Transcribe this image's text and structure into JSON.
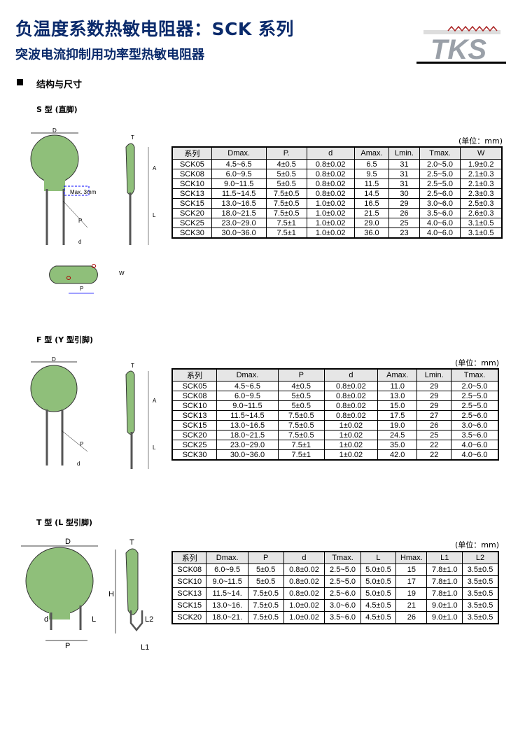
{
  "header": {
    "title": "负温度系数热敏电阻器：SCK  系列",
    "subtitle": "突波电流抑制用功率型热敏电阻器",
    "logo_text": "TKS"
  },
  "section_title": "结构与尺寸",
  "unit_label": "(单位：mm)",
  "s_type": {
    "title": "S 型  (直脚)",
    "diagram_labels": {
      "D": "D",
      "T": "T",
      "A": "A",
      "L": "L",
      "max": "Max. 3mm",
      "P": "P",
      "d": "d",
      "W": "W"
    },
    "columns": [
      "系列",
      "Dmax.",
      "P.",
      "d",
      "Amax.",
      "Lmin.",
      "Tmax.",
      "W"
    ],
    "rows": [
      [
        "SCK05",
        "4.5~6.5",
        "4±0.5",
        "0.8±0.02",
        "6.5",
        "31",
        "2.0~5.0",
        "1.9±0.2"
      ],
      [
        "SCK08",
        "6.0~9.5",
        "5±0.5",
        "0.8±0.02",
        "9.5",
        "31",
        "2.5~5.0",
        "2.1±0.3"
      ],
      [
        "SCK10",
        "9.0~11.5",
        "5±0.5",
        "0.8±0.02",
        "11.5",
        "31",
        "2.5~5.0",
        "2.1±0.3"
      ],
      [
        "SCK13",
        "11.5~14.5",
        "7.5±0.5",
        "0.8±0.02",
        "14.5",
        "30",
        "2.5~6.0",
        "2.3±0.3"
      ],
      [
        "SCK15",
        "13.0~16.5",
        "7.5±0.5",
        "1.0±0.02",
        "16.5",
        "29",
        "3.0~6.0",
        "2.5±0.3"
      ],
      [
        "SCK20",
        "18.0~21.5",
        "7.5±0.5",
        "1.0±0.02",
        "21.5",
        "26",
        "3.5~6.0",
        "2.6±0.3"
      ],
      [
        "SCK25",
        "23.0~29.0",
        "7.5±1",
        "1.0±0.02",
        "29.0",
        "25",
        "4.0~6.0",
        "3.1±0.5"
      ],
      [
        "SCK30",
        "30.0~36.0",
        "7.5±1",
        "1.0±0.02",
        "36.0",
        "23",
        "4.0~6.0",
        "3.1±0.5"
      ]
    ]
  },
  "f_type": {
    "title": "F 型  (Y 型引脚)",
    "diagram_labels": {
      "D": "D",
      "T": "T",
      "A": "A",
      "L": "L",
      "P": "P",
      "d": "d"
    },
    "columns": [
      "系列",
      "Dmax.",
      "P",
      "d",
      "Amax.",
      "Lmin.",
      "Tmax."
    ],
    "rows": [
      [
        "SCK05",
        "4.5~6.5",
        "4±0.5",
        "0.8±0.02",
        "11.0",
        "29",
        "2.0~5.0"
      ],
      [
        "SCK08",
        "6.0~9.5",
        "5±0.5",
        "0.8±0.02",
        "13.0",
        "29",
        "2.5~5.0"
      ],
      [
        "SCK10",
        "9.0~11.5",
        "5±0.5",
        "0.8±0.02",
        "15.0",
        "29",
        "2.5~5.0"
      ],
      [
        "SCK13",
        "11.5~14.5",
        "7.5±0.5",
        "0.8±0.02",
        "17.5",
        "27",
        "2.5~6.0"
      ],
      [
        "SCK15",
        "13.0~16.5",
        "7.5±0.5",
        "1±0.02",
        "19.0",
        "26",
        "3.0~6.0"
      ],
      [
        "SCK20",
        "18.0~21.5",
        "7.5±0.5",
        "1±0.02",
        "24.5",
        "25",
        "3.5~6.0"
      ],
      [
        "SCK25",
        "23.0~29.0",
        "7.5±1",
        "1±0.02",
        "35.0",
        "22",
        "4.0~6.0"
      ],
      [
        "SCK30",
        "30.0~36.0",
        "7.5±1",
        "1±0.02",
        "42.0",
        "22",
        "4.0~6.0"
      ]
    ]
  },
  "t_type": {
    "title": "T 型  (L 型引脚)",
    "diagram_labels": {
      "D": "D",
      "T": "T",
      "H": "H",
      "L": "L",
      "d": "d",
      "P": "P",
      "L1": "L1",
      "L2": "L2"
    },
    "columns": [
      "系列",
      "Dmax.",
      "P",
      "d",
      "Tmax.",
      "L",
      "Hmax.",
      "L1",
      "L2"
    ],
    "rows": [
      [
        "SCK08",
        "6.0~9.5",
        "5±0.5",
        "0.8±0.02",
        "2.5~5.0",
        "5.0±0.5",
        "15",
        "7.8±1.0",
        "3.5±0.5"
      ],
      [
        "SCK10",
        "9.0~11.5",
        "5±0.5",
        "0.8±0.02",
        "2.5~5.0",
        "5.0±0.5",
        "17",
        "7.8±1.0",
        "3.5±0.5"
      ],
      [
        "SCK13",
        "11.5~14.",
        "7.5±0.5",
        "0.8±0.02",
        "2.5~6.0",
        "5.0±0.5",
        "19",
        "7.8±1.0",
        "3.5±0.5"
      ],
      [
        "SCK15",
        "13.0~16.",
        "7.5±0.5",
        "1.0±0.02",
        "3.0~6.0",
        "4.5±0.5",
        "21",
        "9.0±1.0",
        "3.5±0.5"
      ],
      [
        "SCK20",
        "18.0~21.",
        "7.5±0.5",
        "1.0±0.02",
        "3.5~6.0",
        "4.5±0.5",
        "26",
        "9.0±1.0",
        "3.5±0.5"
      ]
    ]
  }
}
